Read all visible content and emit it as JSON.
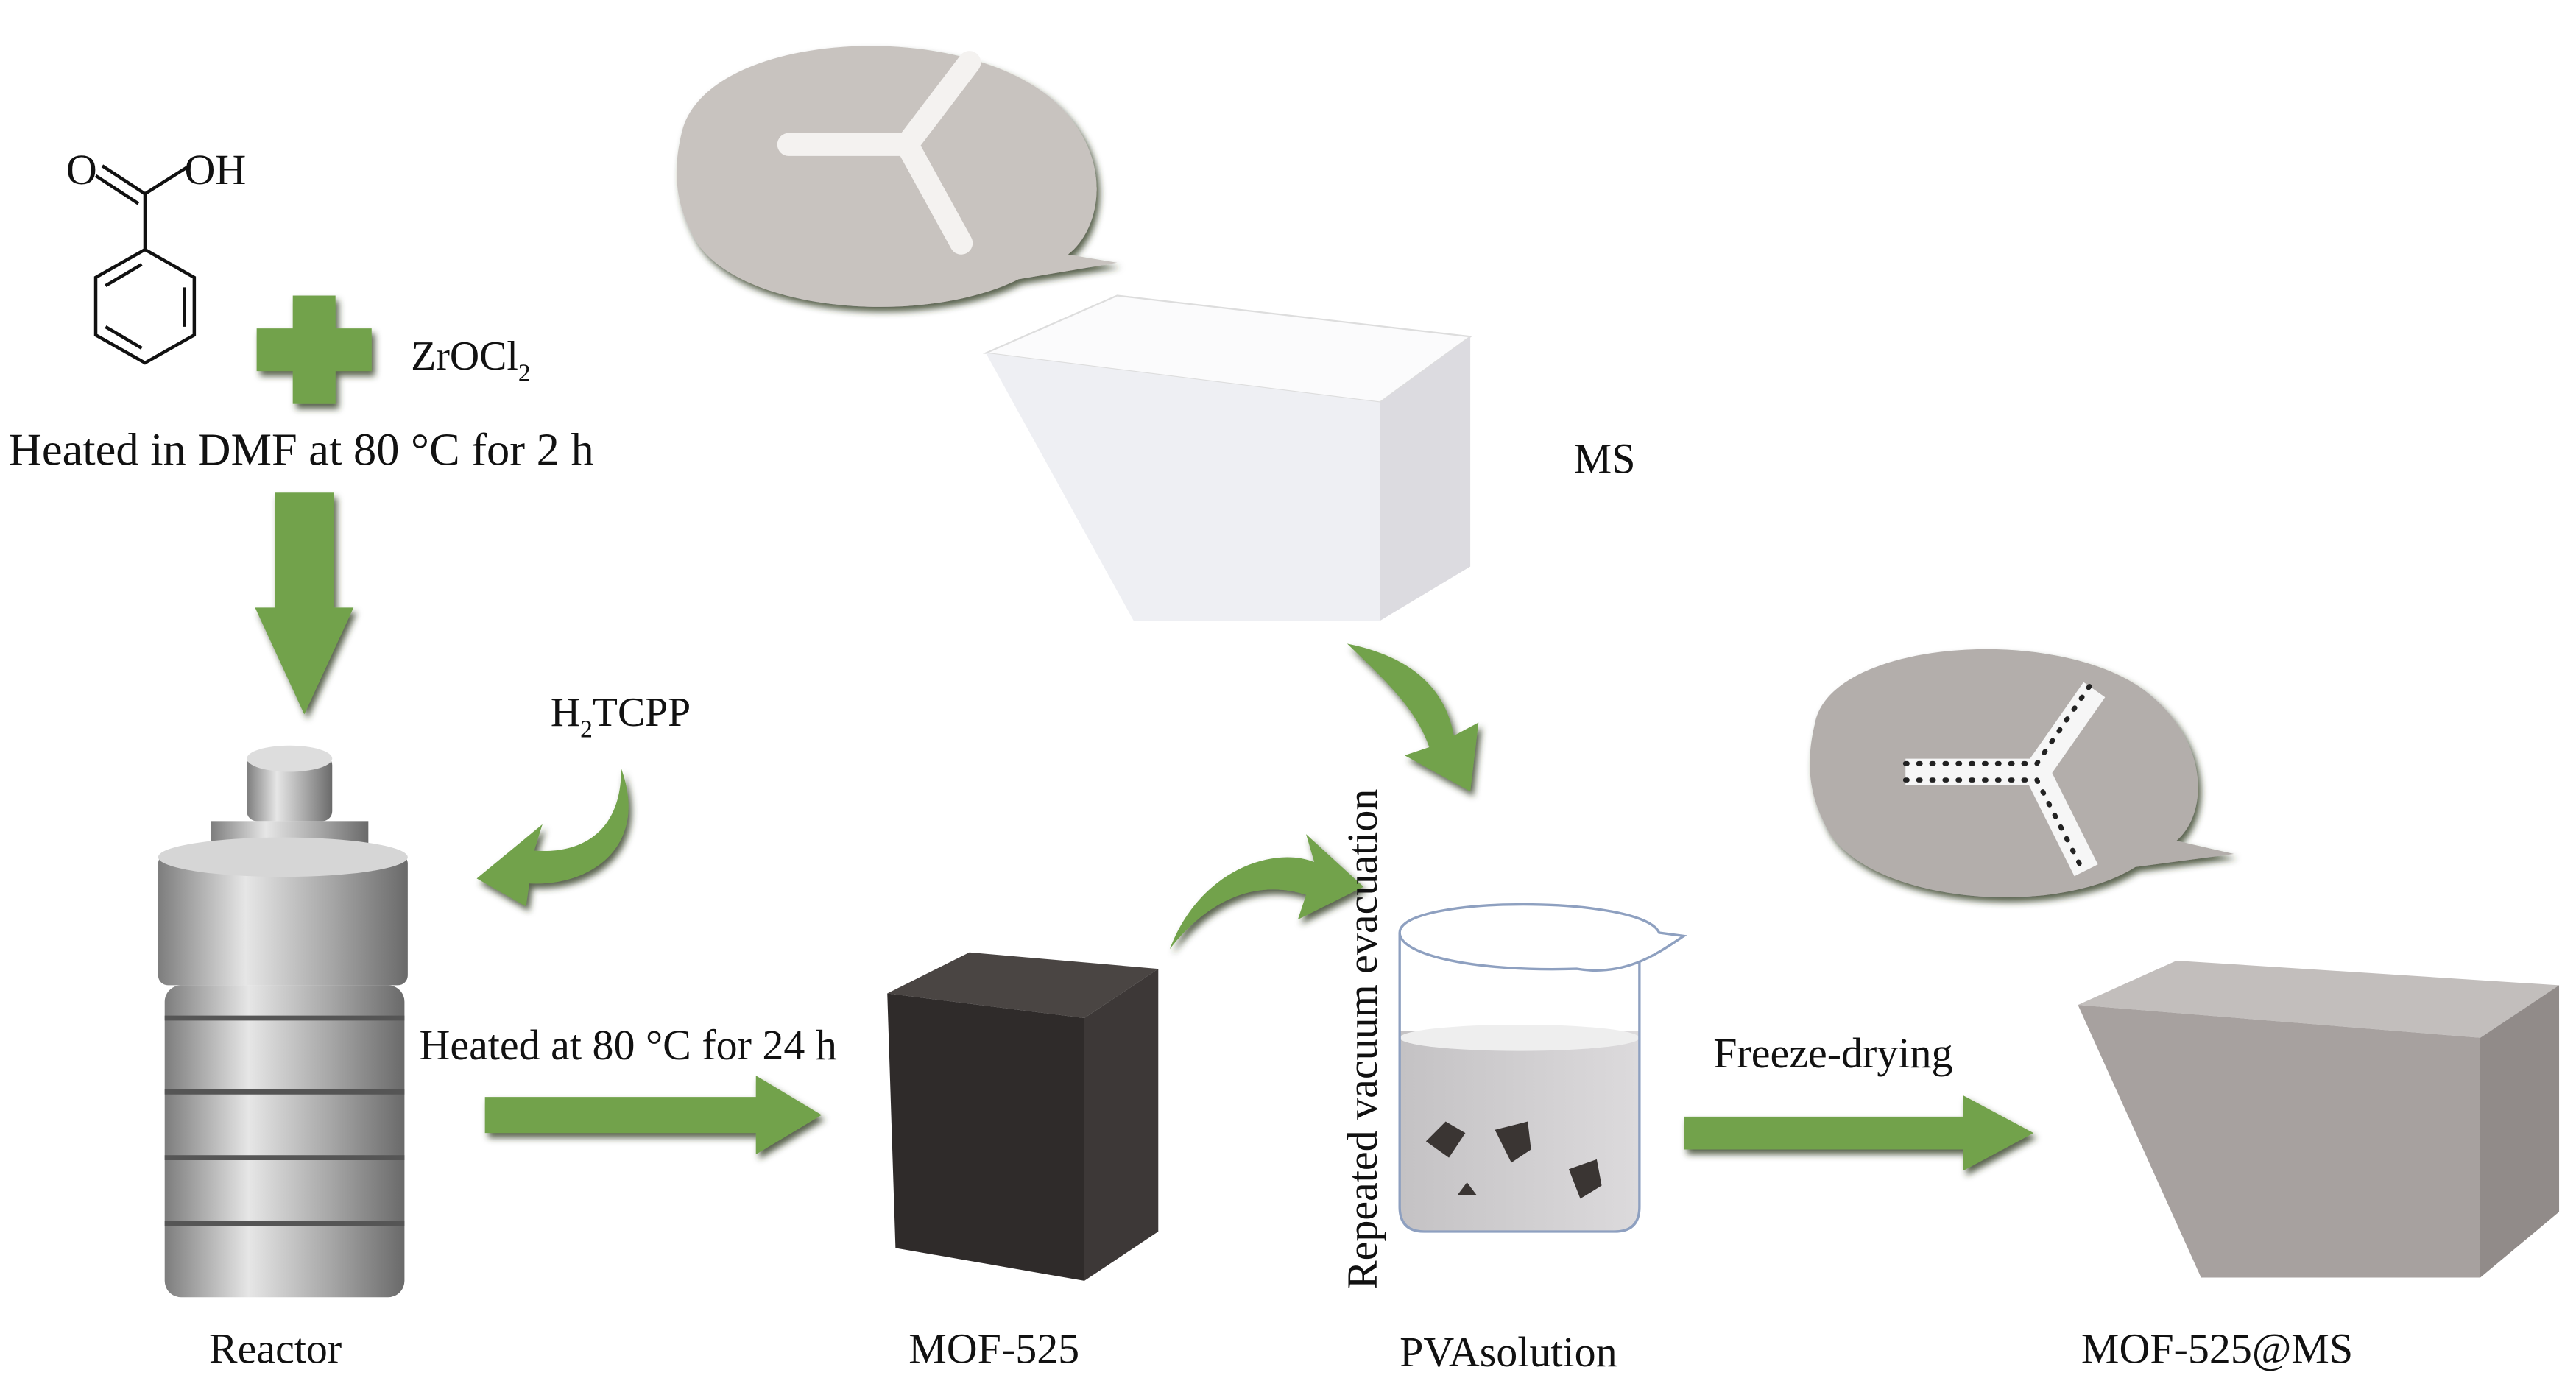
{
  "colors": {
    "arrow": "#6fa04a",
    "arrow_shadow": "#3d4a30",
    "bubble": "#c8c3bf",
    "mof": "#3a3533",
    "ms": "#f4f4f6",
    "composite": "#a9a3a0",
    "liquid": "#cfcdcf"
  },
  "chemistry": {
    "carbonyl_o": "O",
    "hydroxyl": "OH",
    "zr_salt": "ZrOCl",
    "zr_salt_sub": "2",
    "linker_prefix": "H",
    "linker_sub": "2",
    "linker_suffix": "TCPP"
  },
  "steps": {
    "step1": "Heated in DMF at 80 °C for 2 h",
    "step2": "Heated at 80 °C for 24 h",
    "step3": "Repeated vacuum evacuation",
    "step4": "Freeze-drying"
  },
  "labels": {
    "reactor": "Reactor",
    "mof": "MOF-525",
    "ms": "MS",
    "pva": "PVAsolution",
    "composite": "MOF-525@MS"
  }
}
